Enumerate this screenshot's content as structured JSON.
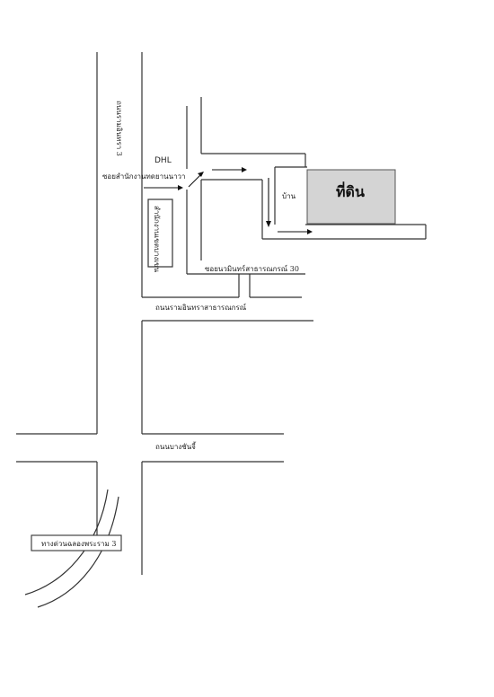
{
  "map": {
    "labels": {
      "road_ramintra3": "ถนนรามอินทรา 3",
      "dhl": "DHL",
      "soi_office": "ซอยสำนักงานทดยานนาวา",
      "building": "สำนักงานเขตบางเขน",
      "soi_30": "ซอยนวมินทร์สาธารณกรณ์ 30",
      "road_main": "ถนนรามอินทราสาธารณกรณ์",
      "house": "บ้าน",
      "land": "ที่ดิน",
      "road_bottom": "ถนนบางชันจี้",
      "railway": "ทางด่วนฉลองพระราม 3"
    },
    "colors": {
      "land_fill": "#d4d4d4",
      "line": "#333333"
    }
  }
}
